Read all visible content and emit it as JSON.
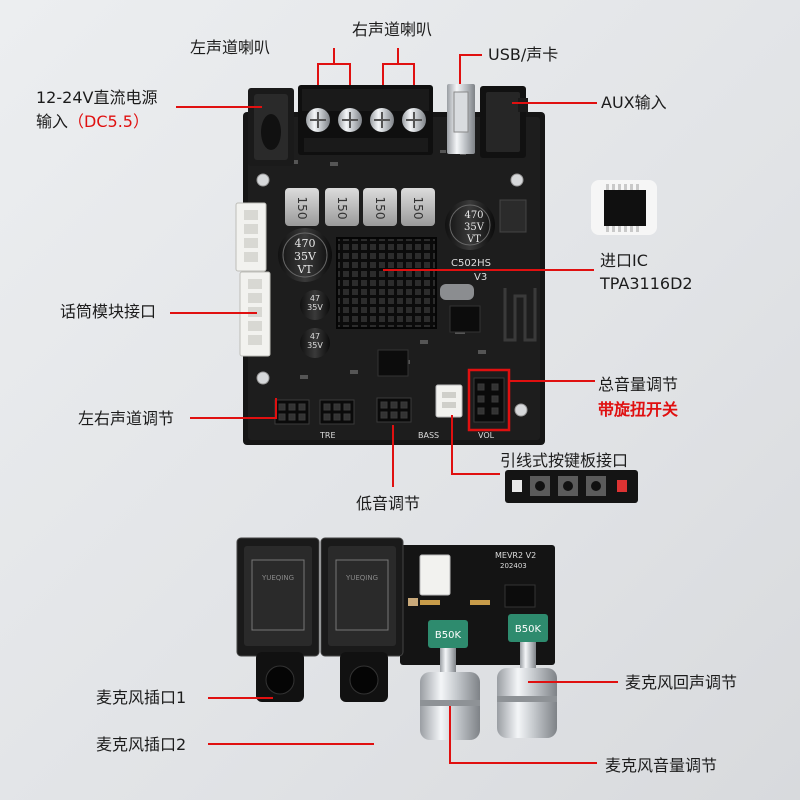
{
  "labels": {
    "left_speaker": "左声道喇叭",
    "right_speaker": "右声道喇叭",
    "usb": "USB/声卡",
    "aux": "AUX输入",
    "power_line1": "12-24V直流电源",
    "power_line2": "输入",
    "power_note": "（DC5.5）",
    "chip_line1": "进口IC",
    "chip_line2": "TPA3116D2",
    "mic_module": "话筒模块接口",
    "total_volume": "总音量调节",
    "knob_switch": "带旋扭开关",
    "balance": "左右声道调节",
    "keypad": "引线式按键板接口",
    "bass": "低音调节",
    "mic_jack1": "麦克风插口1",
    "mic_jack2": "麦克风插口2",
    "mic_echo": "麦克风回声调节",
    "mic_volume": "麦克风音量调节"
  },
  "board": {
    "cap_470_a": "470",
    "cap_35v": "35V",
    "cap_vt": "VT",
    "cap_47": "47",
    "inductor": "150",
    "model": "C502HS",
    "version": "V3",
    "silk_tre": "TRE",
    "silk_bass": "BASS",
    "silk_vol": "VOL"
  },
  "mic_board": {
    "model": "MEVR2 V2",
    "date": "202403",
    "pot_value": "B50K",
    "jack_brand": "YUEQING"
  },
  "colors": {
    "accent": "#e01010",
    "pcb": "#141414"
  }
}
